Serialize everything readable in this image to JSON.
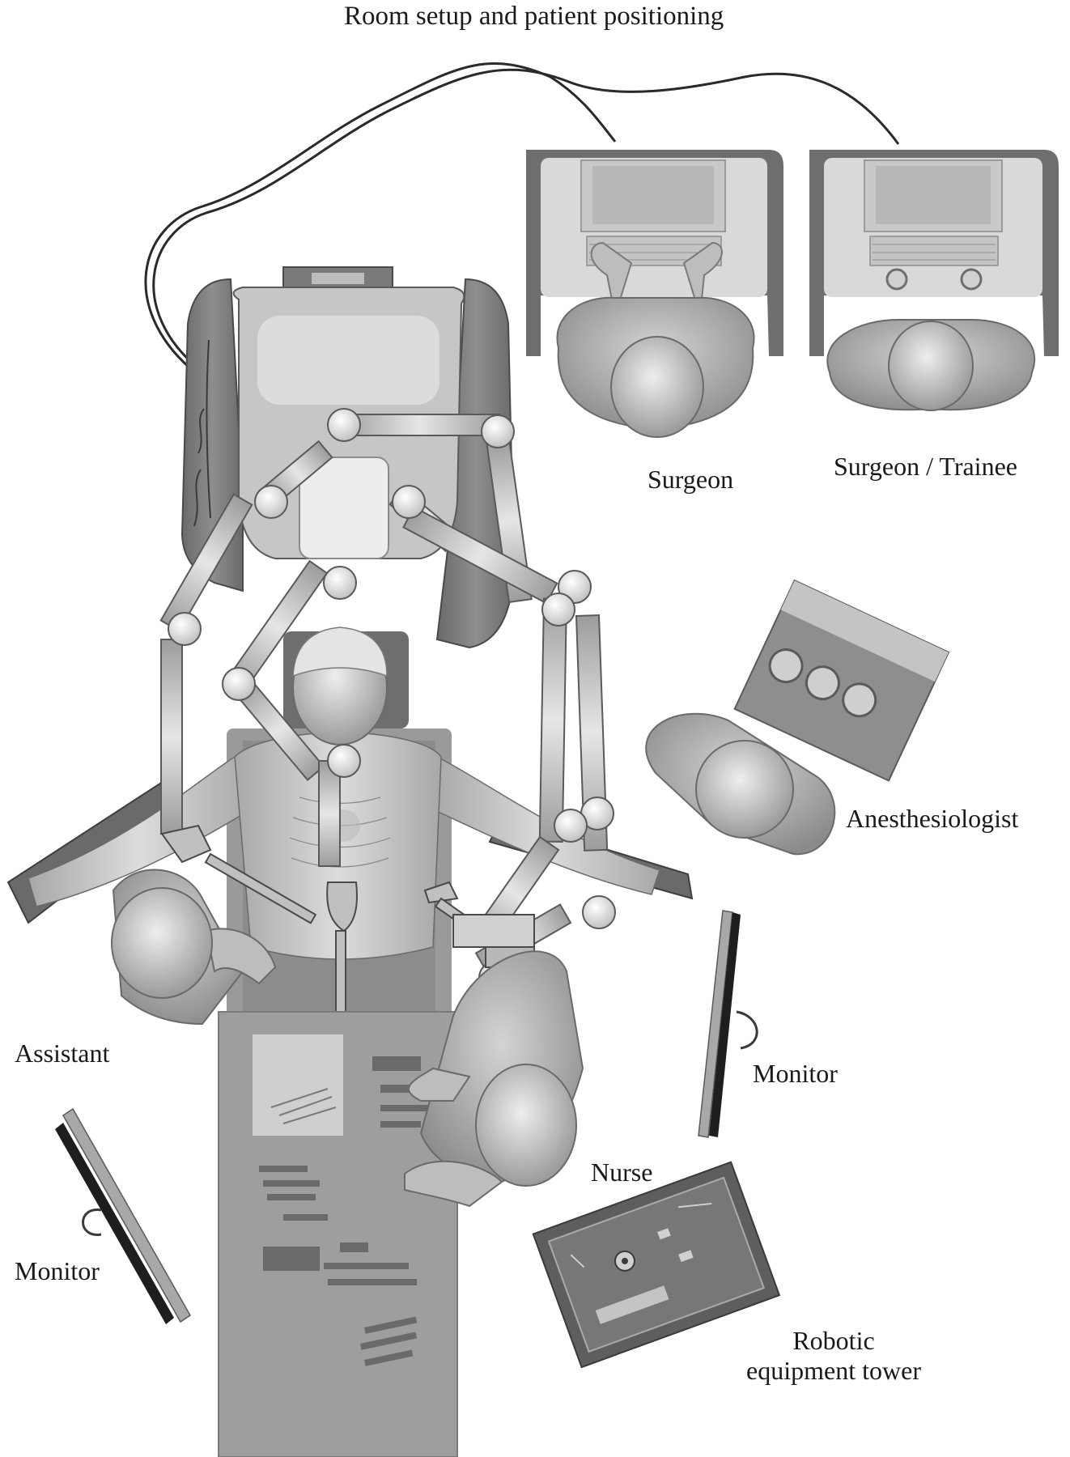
{
  "title": "Room setup and patient positioning",
  "labels": {
    "surgeon": "Surgeon",
    "surgeon_trainee": "Surgeon / Trainee",
    "anesthesiologist": "Anesthesiologist",
    "assistant": "Assistant",
    "monitor_right": "Monitor",
    "monitor_left": "Monitor",
    "nurse": "Nurse",
    "tower_line1": "Robotic",
    "tower_line2": "equipment tower"
  },
  "colors": {
    "background": "#ffffff",
    "text": "#1a1a1a",
    "dark_gray": "#6e6e6e",
    "mid_gray": "#a8a8a8",
    "light_gray": "#d9d9d9",
    "skin_gray": "#c8c8c8"
  }
}
